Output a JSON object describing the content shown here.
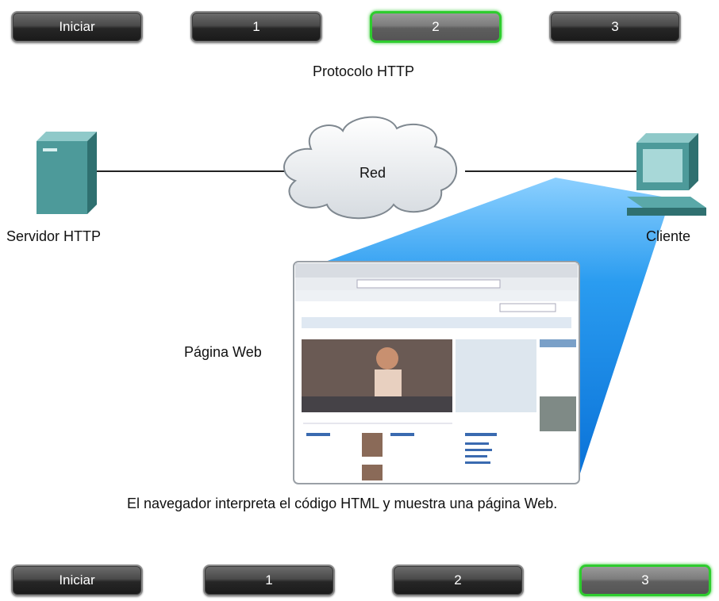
{
  "top_nav": {
    "start": "Iniciar",
    "step1": "1",
    "step2": "2",
    "step3": "3",
    "active": "2"
  },
  "bottom_nav": {
    "start": "Iniciar",
    "step1": "1",
    "step2": "2",
    "step3": "3",
    "active": "3"
  },
  "title": "Protocolo HTTP",
  "diagram": {
    "network_label": "Red",
    "server_label": "Servidor HTTP",
    "client_label": "Cliente",
    "webpage_label": "Página Web"
  },
  "caption": "El navegador interpreta el código HTML y muestra una página Web.",
  "colors": {
    "active_border": "#2ecc2e",
    "beam": "#1a8fe8",
    "device": "#4d9a9a"
  }
}
